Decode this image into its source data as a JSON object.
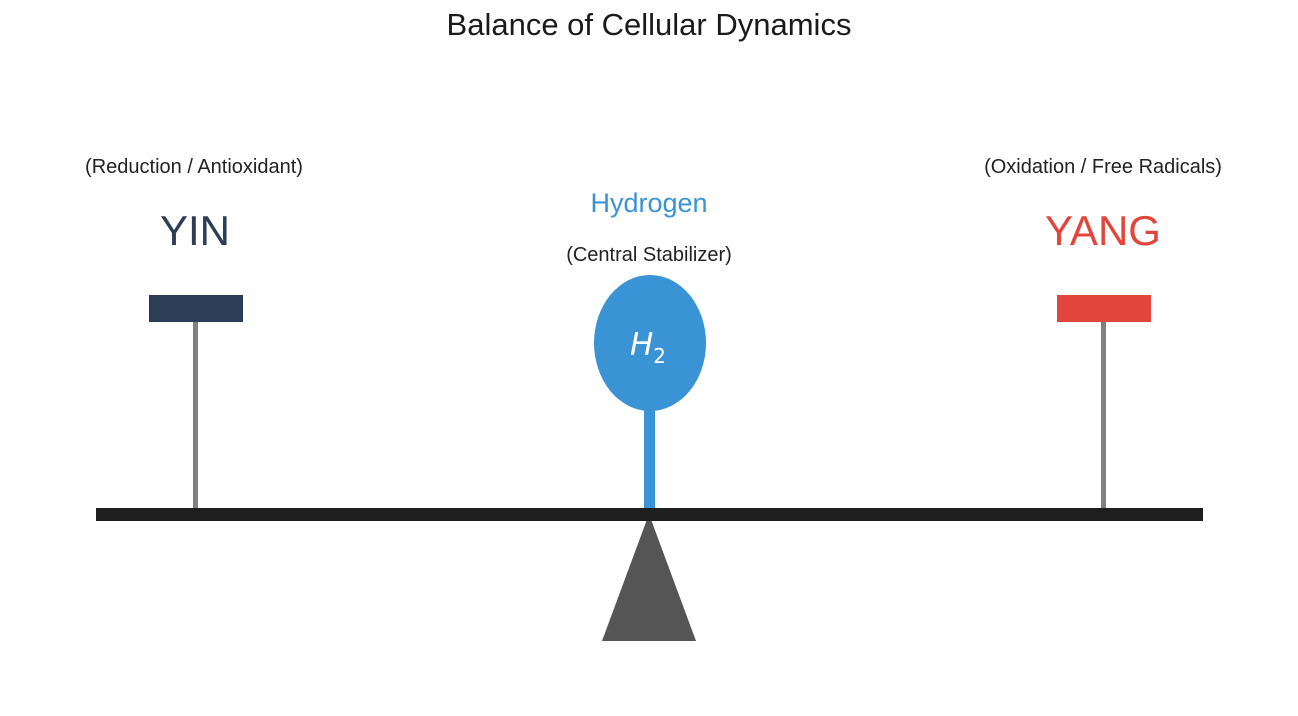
{
  "title": "Balance of Cellular Dynamics",
  "left": {
    "label": "YIN",
    "subtitle": "(Reduction / Antioxidant)",
    "color": "#2c3e55"
  },
  "right": {
    "label": "YANG",
    "subtitle": "(Oxidation / Free Radicals)",
    "color": "#e2453b"
  },
  "center": {
    "label": "Hydrogen",
    "subtitle": "(Central Stabilizer)",
    "symbol": "H",
    "subscript": "2",
    "color": "#3a93d4"
  },
  "beam_color": "#1e1e1e",
  "fulcrum_color": "#555555",
  "post_color": "#808080"
}
